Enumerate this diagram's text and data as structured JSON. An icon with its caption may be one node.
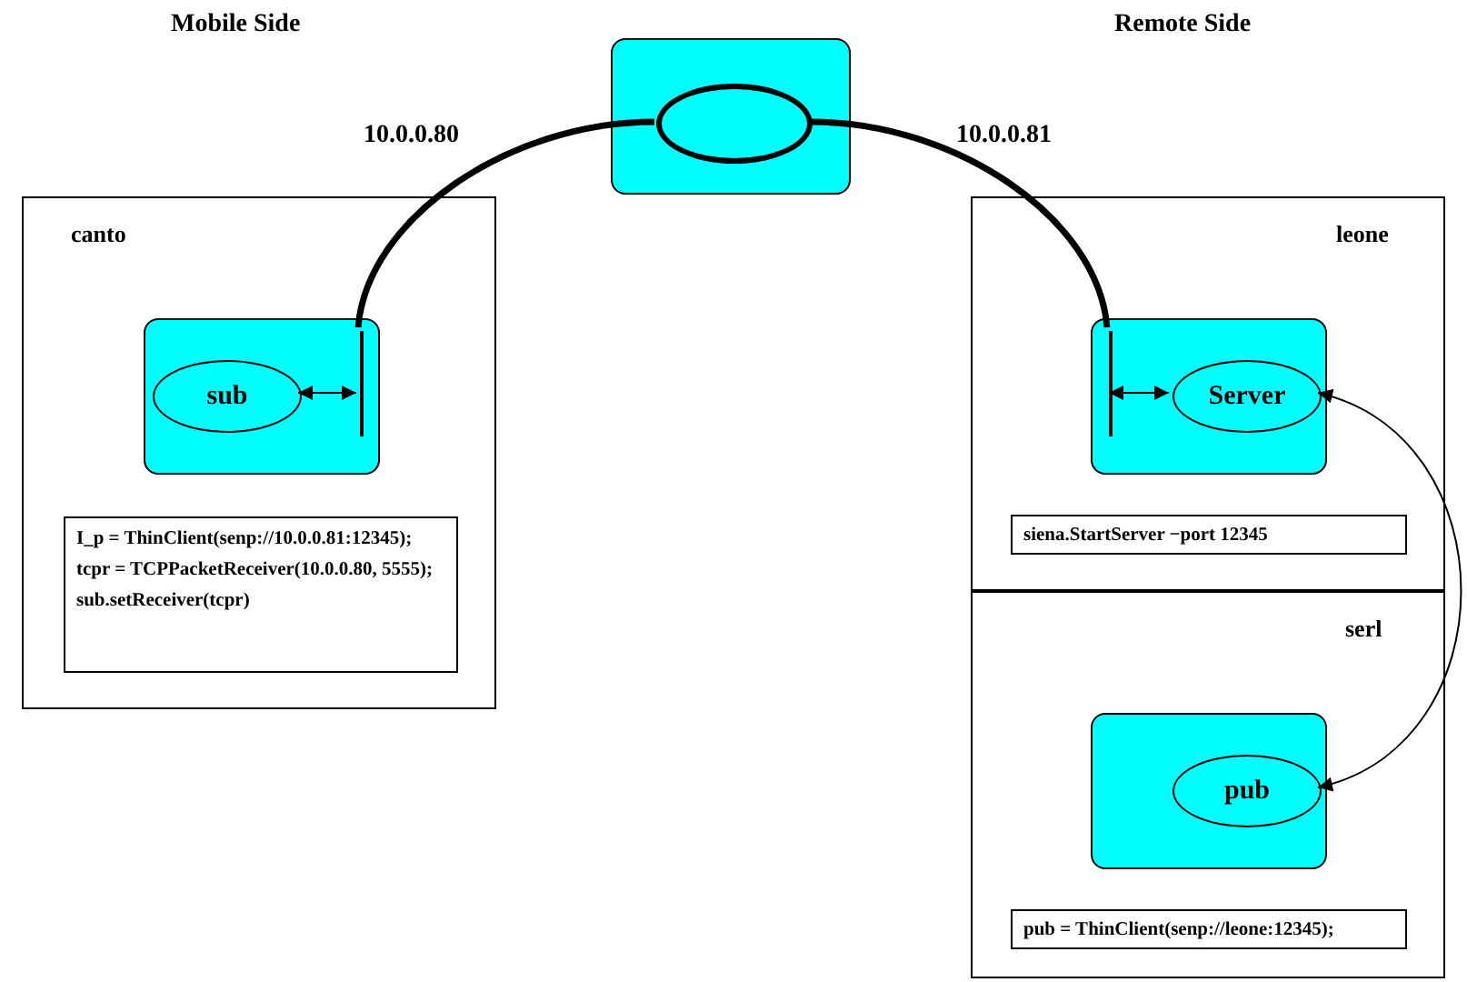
{
  "diagram": {
    "nodes": [
      {
        "text": [
          "canto"
        ]
      },
      {
        "text": [],
        "shape": "box",
        "in": 0
      },
      {
        "text": [
          "sub"
        ],
        "in": 1
      },
      {
        "text": [],
        "shape": "bar",
        "in": 1
      },
      {
        "text": [
          "I_p = ThinClient(senp://10.0.0.81:12345);",
          "tcpr = TCPPacketReceiver(10.0.0.80, 5555);",
          "sub.setReceiver(tcpr)"
        ],
        "in": 0
      },
      {
        "text": [],
        "shape": "box"
      },
      {
        "text": [],
        "shape": "circle",
        "in": 5
      },
      {
        "text": [
          "leone"
        ]
      },
      {
        "text": [],
        "shape": "box",
        "in": 7
      },
      {
        "text": [],
        "shape": "bar",
        "in": 8
      },
      {
        "text": [
          "Server"
        ],
        "in": 8
      },
      {
        "text": [
          "siena.StartServer −port 12345"
        ],
        "in": 7
      },
      {
        "text": [
          "serl"
        ]
      },
      {
        "text": [],
        "shape": "box",
        "in": 12
      },
      {
        "text": [
          "pub"
        ],
        "in": 13
      },
      {
        "text": [
          "pub = ThinClient(senp://leone:12345);"
        ],
        "in": 12
      }
    ],
    "edges": [
      {
        "from": 2,
        "to": 3,
        "arrow": "both"
      },
      {
        "from": 3,
        "to": 6,
        "arrow": "none",
        "style": "thick"
      },
      {
        "from": 6,
        "to": 9,
        "arrow": "none",
        "style": "thick"
      },
      {
        "from": 9,
        "to": 10,
        "arrow": "both"
      },
      {
        "from": 10,
        "to": 14,
        "arrow": "both"
      }
    ],
    "labels": [
      "Mobile Side",
      "Remote Side",
      "10.0.0.80",
      "10.0.0.81"
    ]
  }
}
